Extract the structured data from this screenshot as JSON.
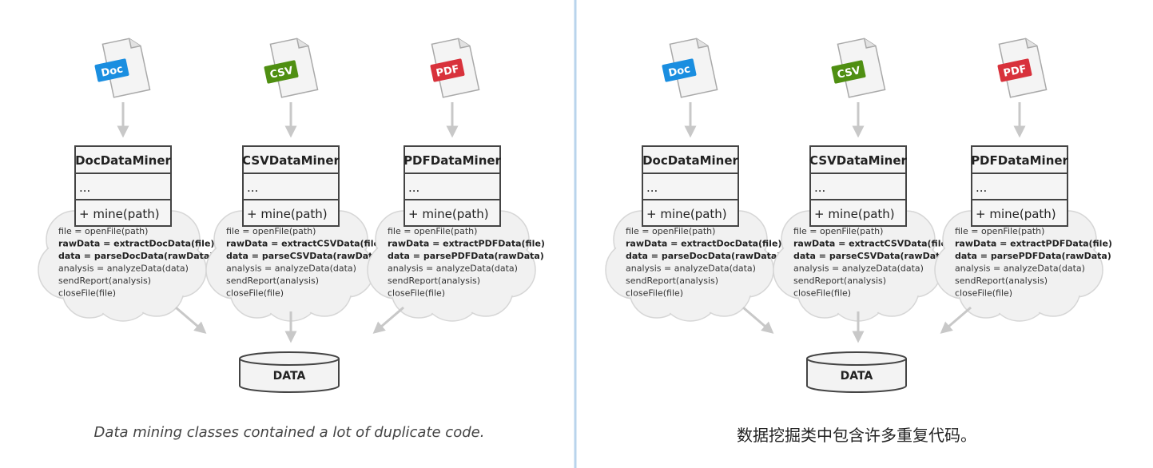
{
  "panels": [
    {
      "caption": "Data mining classes contained a lot of duplicate code.",
      "classes": [
        {
          "badge": "Doc",
          "badge_color": "#1a8ee0",
          "name": "DocDataMiner",
          "fields": "...",
          "method": "+ mine(path)",
          "code": [
            "file = openFile(path)",
            "rawData = extractDocData(file)",
            "data = parseDocData(rawData)",
            "analysis = analyzeData(data)",
            "sendReport(analysis)",
            "closeFile(file)"
          ]
        },
        {
          "badge": "CSV",
          "badge_color": "#4f8f12",
          "name": "CSVDataMiner",
          "fields": "...",
          "method": "+ mine(path)",
          "code": [
            "file = openFile(path)",
            "rawData = extractCSVData(file)",
            "data = parseCSVData(rawData)",
            "analysis = analyzeData(data)",
            "sendReport(analysis)",
            "closeFile(file)"
          ]
        },
        {
          "badge": "PDF",
          "badge_color": "#d8323c",
          "name": "PDFDataMiner",
          "fields": "...",
          "method": "+ mine(path)",
          "code": [
            "file = openFile(path)",
            "rawData = extractPDFData(file)",
            "data = parsePDFData(rawData)",
            "analysis = analyzeData(data)",
            "sendReport(analysis)",
            "closeFile(file)"
          ]
        }
      ],
      "database": "DATA"
    },
    {
      "caption": "数据挖掘类中包含许多重复代码。",
      "classes": [
        {
          "badge": "Doc",
          "badge_color": "#1a8ee0",
          "name": "DocDataMiner",
          "fields": "...",
          "method": "+ mine(path)",
          "code": [
            "file = openFile(path)",
            "rawData = extractDocData(file)",
            "data = parseDocData(rawData)",
            "analysis = analyzeData(data)",
            "sendReport(analysis)",
            "closeFile(file)"
          ]
        },
        {
          "badge": "CSV",
          "badge_color": "#4f8f12",
          "name": "CSVDataMiner",
          "fields": "...",
          "method": "+ mine(path)",
          "code": [
            "file = openFile(path)",
            "rawData = extractCSVData(file)",
            "data = parseCSVData(rawData)",
            "analysis = analyzeData(data)",
            "sendReport(analysis)",
            "closeFile(file)"
          ]
        },
        {
          "badge": "PDF",
          "badge_color": "#d8323c",
          "name": "PDFDataMiner",
          "fields": "...",
          "method": "+ mine(path)",
          "code": [
            "file = openFile(path)",
            "rawData = extractPDFData(file)",
            "data = parsePDFData(rawData)",
            "analysis = analyzeData(data)",
            "sendReport(analysis)",
            "closeFile(file)"
          ]
        }
      ],
      "database": "DATA"
    }
  ],
  "divider_color": "#b9d4ec"
}
